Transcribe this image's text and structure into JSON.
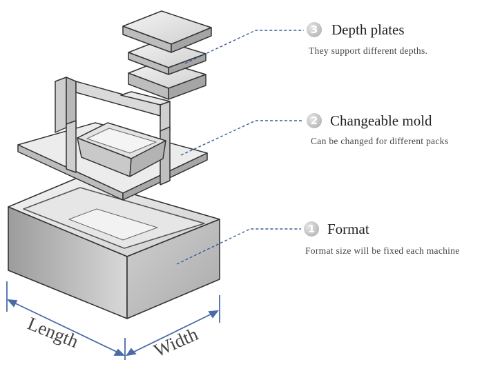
{
  "callouts": [
    {
      "number": "3",
      "title": "Depth plates",
      "subtitle": "They support different depths."
    },
    {
      "number": "2",
      "title": "Changeable mold",
      "subtitle": "Can be changed for different packs"
    },
    {
      "number": "1",
      "title": "Format",
      "subtitle": "Format size will be fixed each machine"
    }
  ],
  "dimensions": {
    "length": "Length",
    "width": "Width"
  },
  "colors": {
    "leader_line": "#3a5a9a",
    "dimension_line": "#4a6aa8",
    "part_fill": "#d6d6d6",
    "part_stroke": "#3a3a3a"
  }
}
